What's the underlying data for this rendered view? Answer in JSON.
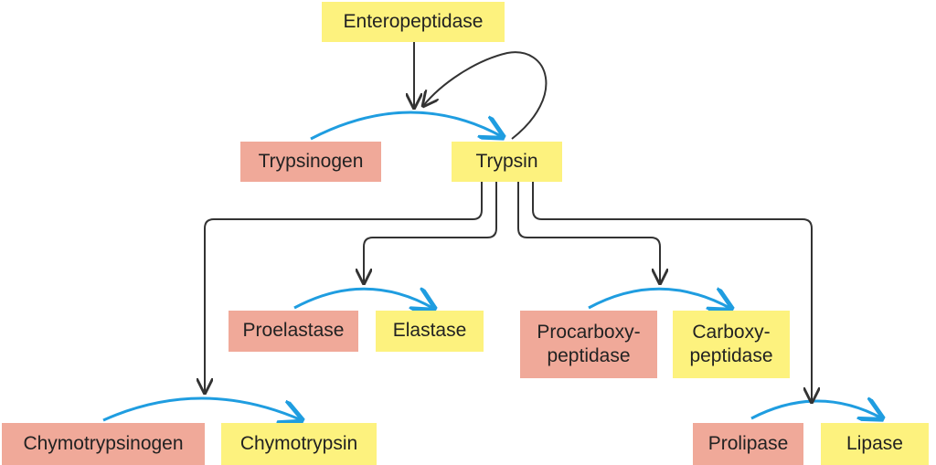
{
  "colors": {
    "zymogen_box": "#f0a999",
    "active_box": "#fdf27e",
    "conversion_arrow": "#1f9de0",
    "activation_arrow": "#333333"
  },
  "nodes": {
    "enteropeptidase": "Enteropeptidase",
    "trypsinogen": "Trypsinogen",
    "trypsin": "Trypsin",
    "proelastase": "Proelastase",
    "elastase": "Elastase",
    "procarboxypeptidase": "Procarboxy-\npeptidase",
    "carboxypeptidase": "Carboxy-\npeptidase",
    "chymotrypsinogen": "Chymotrypsinogen",
    "chymotrypsin": "Chymotrypsin",
    "prolipase": "Prolipase",
    "lipase": "Lipase"
  }
}
